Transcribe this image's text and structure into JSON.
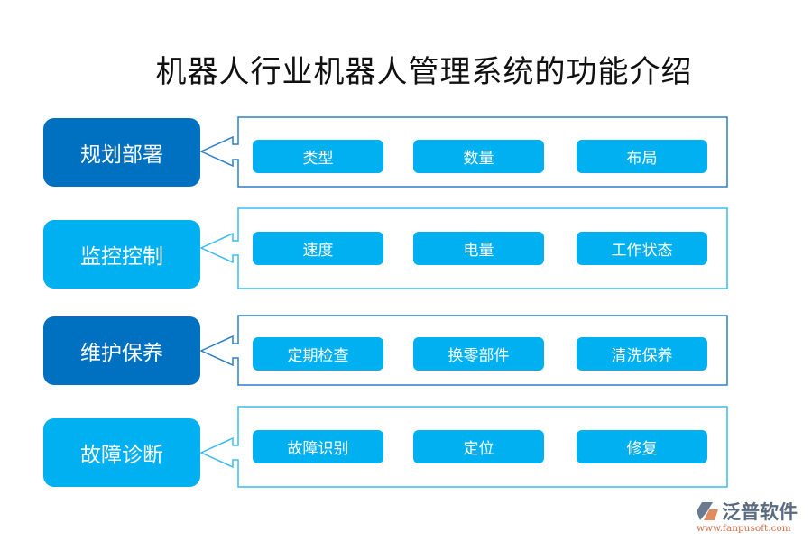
{
  "title": "机器人行业机器人管理系统的功能介绍",
  "colors": {
    "dark": "#0070c0",
    "light": "#00b0f0"
  },
  "rows": [
    {
      "label": "规划部署",
      "style": "dark",
      "items": [
        "类型",
        "数量",
        "布局"
      ]
    },
    {
      "label": "监控控制",
      "style": "light",
      "items": [
        "速度",
        "电量",
        "工作状态"
      ]
    },
    {
      "label": "维护保养",
      "style": "dark",
      "items": [
        "定期检查",
        "换零部件",
        "清洗保养"
      ]
    },
    {
      "label": "故障诊断",
      "style": "light",
      "items": [
        "故障识别",
        "定位",
        "修复"
      ]
    }
  ],
  "logo": {
    "name": "泛普软件",
    "url": "www.fanpusoft.com"
  }
}
